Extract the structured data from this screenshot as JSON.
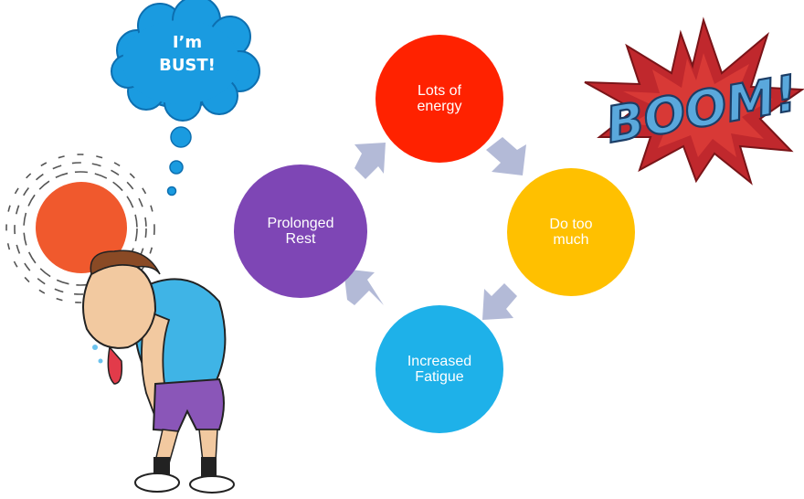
{
  "speech_bubble": {
    "text": "I’m\nBUST!",
    "color": "#1a9be0"
  },
  "cycle": {
    "nodes": [
      {
        "label": "Lots of\nenergy",
        "color": "#ff2200"
      },
      {
        "label": "Do too\nmuch",
        "color": "#ffc000"
      },
      {
        "label": "Increased\nFatigue",
        "color": "#1eb1e9"
      },
      {
        "label": "Prolonged\nRest",
        "color": "#7e46b5"
      }
    ],
    "arrow_color": "#b3bad7"
  },
  "boom": {
    "text": "BOOM!",
    "burst_color": "#c0282d",
    "text_color": "#5aa8dc"
  }
}
